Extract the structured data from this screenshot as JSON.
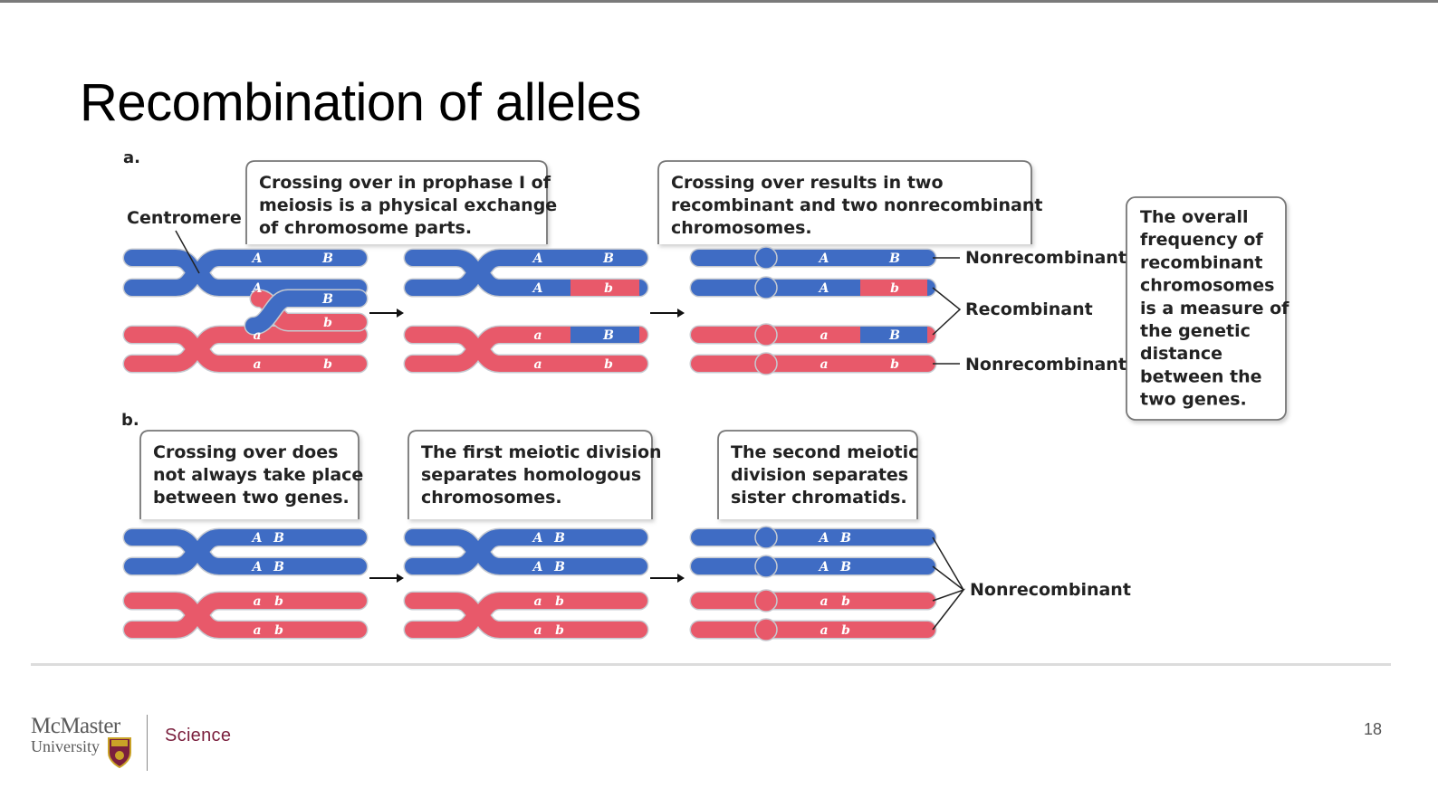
{
  "slide": {
    "title": "Recombination of alleles",
    "page_number": "18",
    "faculty": "Science",
    "logo": {
      "name_line1": "McMaster",
      "name_line2": "University",
      "shield": "mcmaster-crest-icon"
    }
  },
  "diagram": {
    "colors": {
      "blue": "#3f6cc4",
      "red": "#e8596a",
      "outline": "#c5c9d0"
    },
    "panel_a": {
      "label": "a.",
      "centromere_label": "Centromere",
      "callout_1": [
        "Crossing over in prophase I of",
        "meiosis is a physical exchange",
        "of chromosome parts."
      ],
      "callout_2": [
        "Crossing over results in two",
        "recombinant and two nonrecombinant",
        "chromosomes."
      ],
      "callout_3": [
        "The overall",
        "frequency of",
        "recombinant",
        "chromosomes",
        "is a measure of",
        "the genetic",
        "distance",
        "between the",
        "two genes."
      ],
      "outcome_1": "Nonrecombinant",
      "outcome_2": "Recombinant",
      "outcome_3": "Nonrecombinant"
    },
    "panel_b": {
      "label": "b.",
      "callout_1": [
        "Crossing over does",
        "not always take place",
        "between two genes."
      ],
      "callout_2": [
        "The first meiotic division",
        "separates homologous",
        "chromosomes."
      ],
      "callout_3": [
        "The second meiotic",
        "division separates",
        "sister chromatids."
      ],
      "outcome": "Nonrecombinant"
    },
    "alleles": {
      "A": "A",
      "B": "B",
      "a": "a",
      "b": "b"
    },
    "arrow_glyph": "→"
  }
}
